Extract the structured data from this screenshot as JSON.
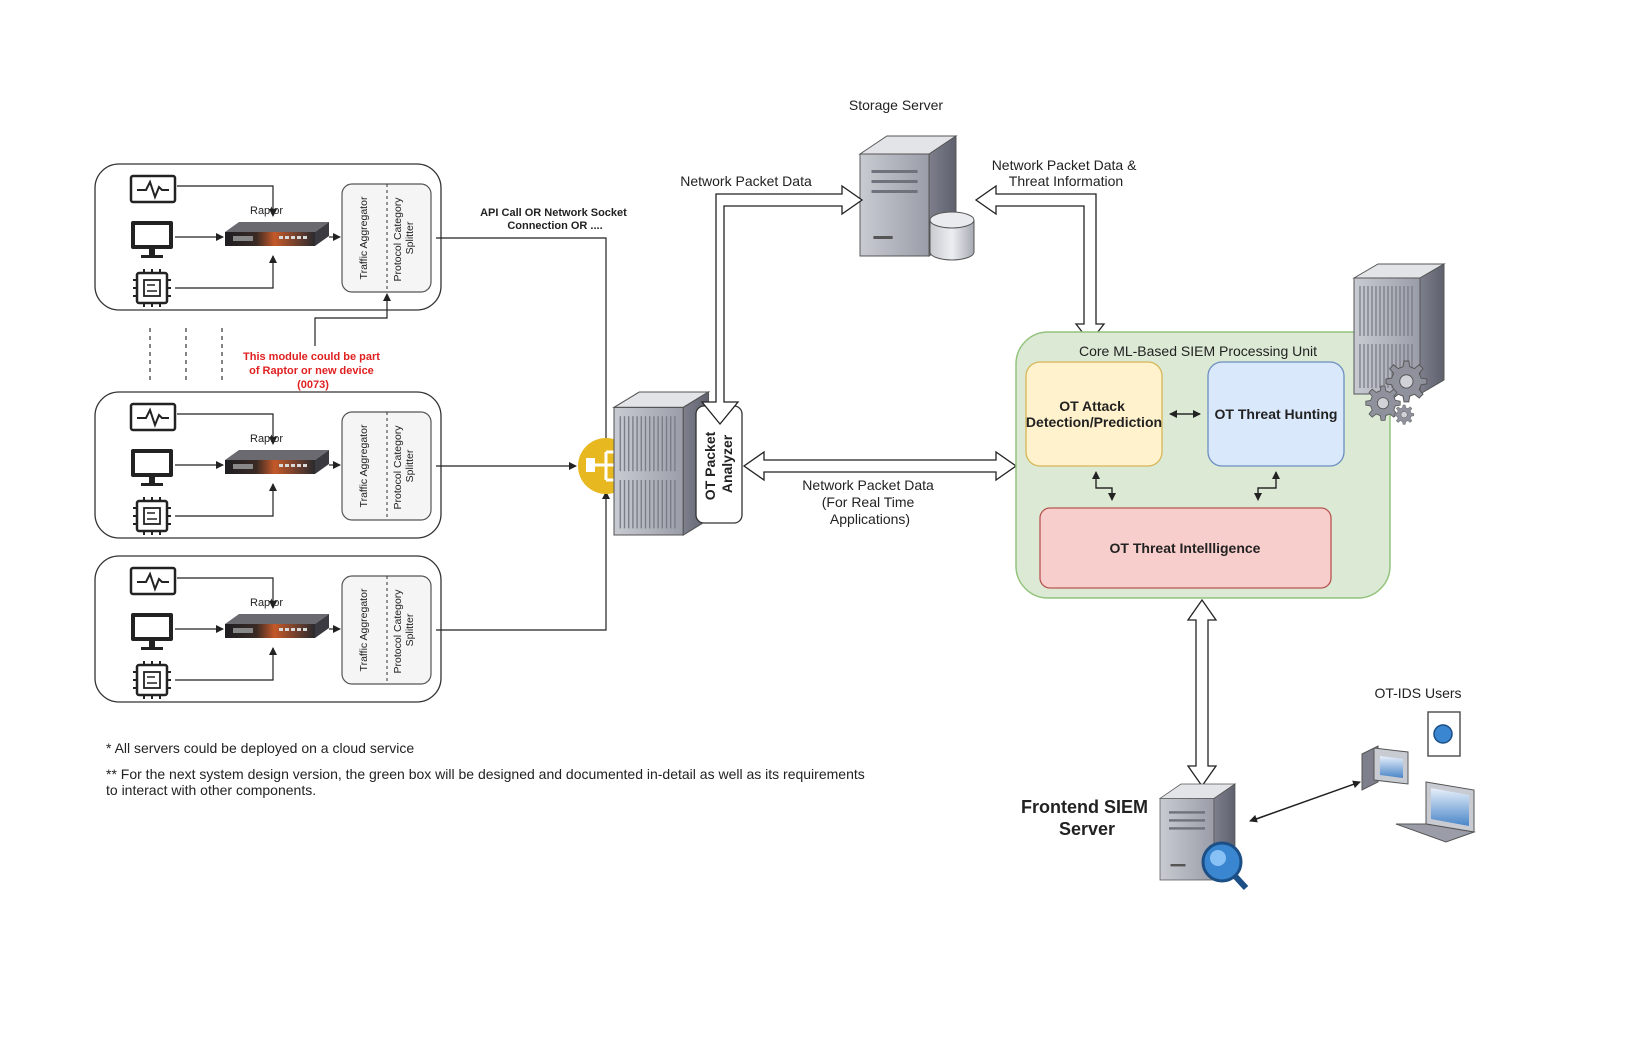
{
  "storage_server": {
    "label": "Storage Server"
  },
  "links": {
    "analyzer_storage": "Network Packet Data",
    "storage_siem": [
      "Network Packet Data &",
      "Threat Information"
    ],
    "analyzer_siem": [
      "Network Packet Data",
      "(For Real Time",
      "Applications)"
    ],
    "api_call": [
      "API Call OR Network Socket",
      "Connection OR ...."
    ]
  },
  "raptor_groups": [
    {
      "raptor_label": "Raptor",
      "aggregator_label": "Traffic Aggregator",
      "splitter_label": [
        "Protocol Category",
        "Splitter"
      ]
    },
    {
      "raptor_label": "Raptor",
      "aggregator_label": "Traffic Aggregator",
      "splitter_label": [
        "Protocol Category",
        "Splitter"
      ]
    },
    {
      "raptor_label": "Raptor",
      "aggregator_label": "Traffic Aggregator",
      "splitter_label": [
        "Protocol Category",
        "Splitter"
      ]
    }
  ],
  "module_note": [
    "This module could be part",
    "of Raptor or new device",
    "(0073)"
  ],
  "packet_analyzer": {
    "label": [
      "OT Packet",
      "Analyzer"
    ]
  },
  "siem_unit": {
    "title": "Core ML-Based SIEM Processing Unit",
    "attack_label": [
      "OT Attack",
      "Detection/Prediction"
    ],
    "hunting_label": "OT Threat Hunting",
    "intel_label": "OT Threat Intellligence"
  },
  "frontend": {
    "label": [
      "Frontend SIEM",
      "Server"
    ]
  },
  "users": {
    "label": "OT-IDS  Users"
  },
  "notes": {
    "note1": "* All servers could be deployed on a cloud service",
    "note2_line1": "** For the next system design version, the green box will be designed and documented in-detail as well as its requirements",
    "note2_line2": "to interact with other components."
  },
  "colors": {
    "note_red": "#e02020",
    "siem_bg": "#dbe9d5",
    "siem_border": "#93c47d",
    "attack_fill": "#fff2cc",
    "attack_border": "#d6b656",
    "hunting_fill": "#dae8fc",
    "hunting_border": "#6c8ebf",
    "intel_fill": "#f8cecc",
    "intel_border": "#b85450",
    "hub_yellow": "#e8b820"
  }
}
